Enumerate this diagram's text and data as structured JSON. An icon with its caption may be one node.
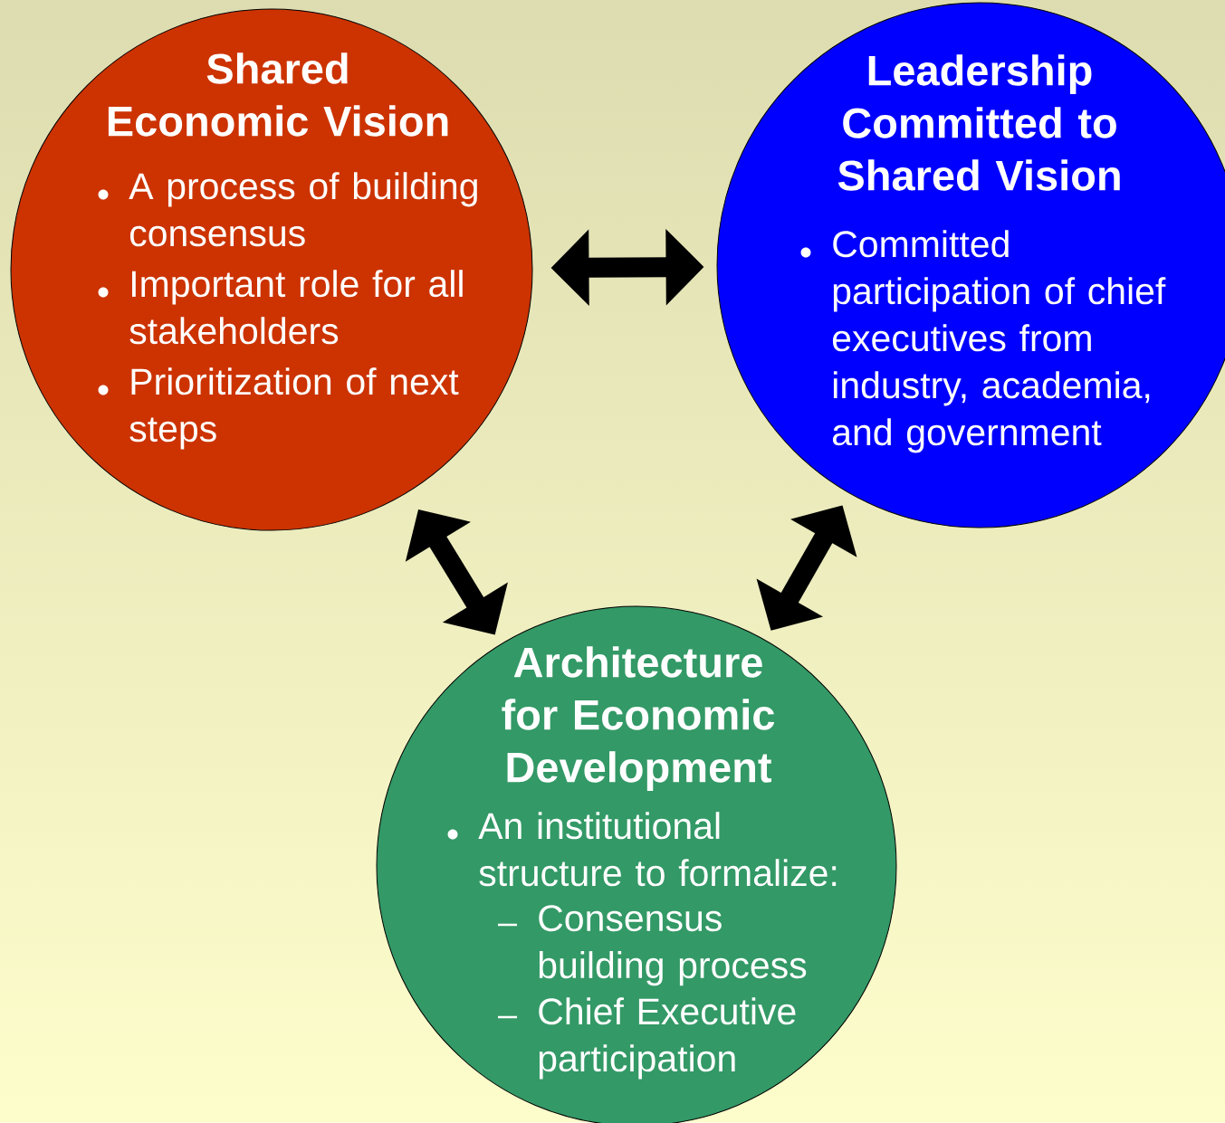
{
  "diagram": {
    "nodes": [
      {
        "text": [
          "Shared Economic Vision",
          "A process of building consensus",
          "Important role for all stakeholders",
          "Prioritization of next steps"
        ]
      },
      {
        "text": [
          "Leadership Committed to Shared Vision",
          "Committed participation of chief executives from industry, academia, and government"
        ]
      },
      {
        "text": [
          "Architecture for Economic Development",
          "An institutional structure to formalize:",
          "Consensus building process",
          "Chief Executive participation"
        ]
      }
    ],
    "edges": [
      {
        "from": 0,
        "to": 1,
        "arrow": "both"
      },
      {
        "from": 0,
        "to": 2,
        "arrow": "both"
      },
      {
        "from": 1,
        "to": 2,
        "arrow": "both"
      }
    ]
  }
}
